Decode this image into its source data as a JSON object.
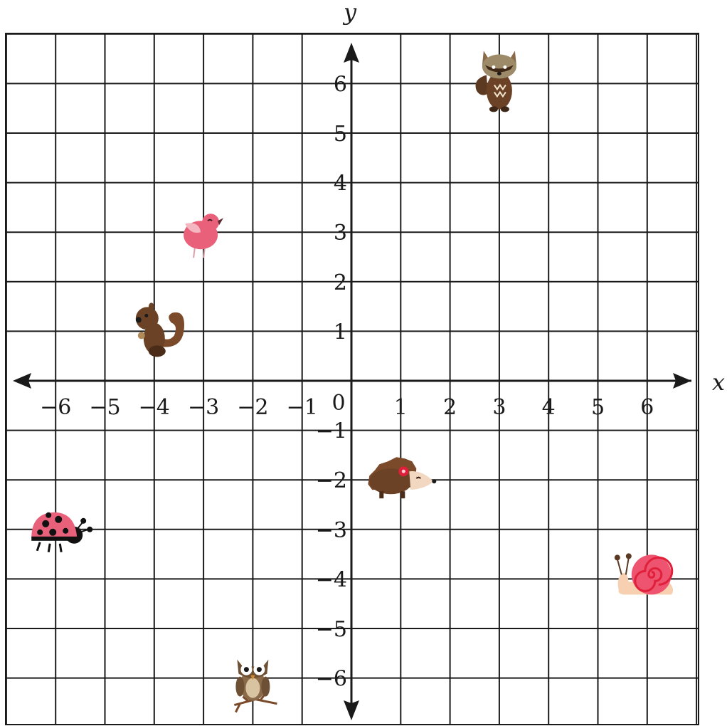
{
  "chart_data": {
    "type": "scatter",
    "title": "",
    "xlabel": "x",
    "ylabel": "y",
    "xlim": [
      -7,
      7
    ],
    "ylim": [
      -7,
      7
    ],
    "grid": true,
    "origin_label": "0",
    "x_ticks": [
      -6,
      -5,
      -4,
      -3,
      -2,
      -1,
      1,
      2,
      3,
      4,
      5,
      6
    ],
    "y_ticks": [
      6,
      5,
      4,
      3,
      2,
      1,
      -1,
      -2,
      -3,
      -4,
      -5,
      -6
    ],
    "points": [
      {
        "icon": "raccoon-icon",
        "x": 3,
        "y": 6
      },
      {
        "icon": "bird-icon",
        "x": -3,
        "y": 3
      },
      {
        "icon": "squirrel-icon",
        "x": -4,
        "y": 1
      },
      {
        "icon": "hedgehog-icon",
        "x": 1,
        "y": -2
      },
      {
        "icon": "ladybug-icon",
        "x": -6,
        "y": -3
      },
      {
        "icon": "snail-icon",
        "x": 6,
        "y": -4
      },
      {
        "icon": "owl-icon",
        "x": -2,
        "y": -6
      }
    ]
  },
  "colors": {
    "grid": "#1a1a1a",
    "brown": "#6b4226",
    "pink": "#e8607a",
    "red": "#e0203a"
  }
}
